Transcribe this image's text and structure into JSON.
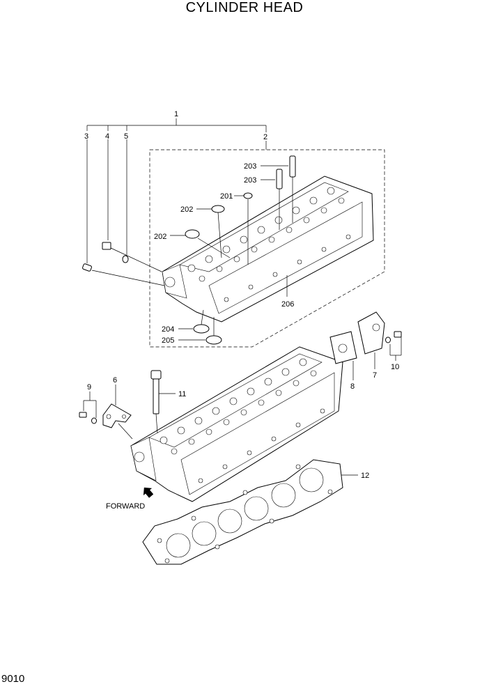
{
  "title": "CYLINDER HEAD",
  "page_number": "9010",
  "forward_label": "FORWARD",
  "callouts": {
    "c1": "1",
    "c2": "2",
    "c3": "3",
    "c4": "4",
    "c5": "5",
    "c6": "6",
    "c7": "7",
    "c8": "8",
    "c9": "9",
    "c10": "10",
    "c11": "11",
    "c12": "12",
    "c201": "201",
    "c202a": "202",
    "c202b": "202",
    "c203a": "203",
    "c203b": "203",
    "c204": "204",
    "c205": "205",
    "c206": "206"
  }
}
